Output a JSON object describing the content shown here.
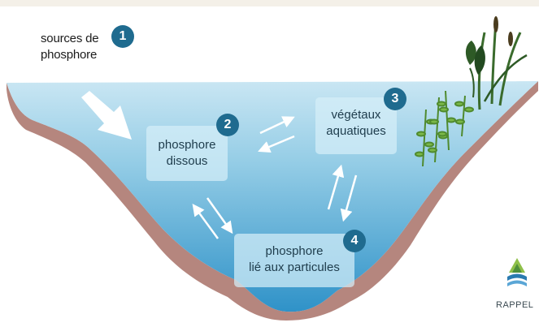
{
  "source_label": {
    "line1": "sources de",
    "line2": "phosphore",
    "number": "1"
  },
  "dissolved_box": {
    "line1": "phosphore",
    "line2": "dissous",
    "number": "2"
  },
  "plants_box": {
    "line1": "végétaux",
    "line2": "aquatiques",
    "number": "3"
  },
  "particles_box": {
    "line1": "phosphore",
    "line2": "lié aux particules",
    "number": "4"
  },
  "logo": {
    "text": "RAPPEL"
  },
  "colors": {
    "water_top": "#c6e3f1",
    "water_bottom": "#2a90c6",
    "shore": "#b5867e",
    "badge": "#1f6b8f",
    "arrow": "#ffffff",
    "plant_dark": "#2e5a26",
    "plant_light": "#7bb848"
  }
}
